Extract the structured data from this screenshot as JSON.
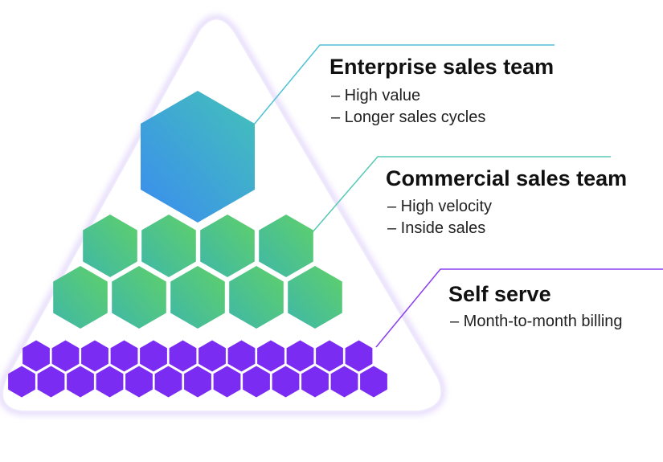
{
  "tiers": [
    {
      "title": "Enterprise sales team",
      "bullets": [
        "– High value",
        "– Longer sales cycles"
      ],
      "hex_count": 1,
      "connector_color": "#4fc1d4"
    },
    {
      "title": "Commercial sales team",
      "bullets": [
        "– High velocity",
        "– Inside sales"
      ],
      "hex_count": 9,
      "connector_color": "#55c9b4"
    },
    {
      "title": "Self serve",
      "bullets": [
        "– Month-to-month billing"
      ],
      "hex_count": 25,
      "connector_color": "#8a3df0"
    }
  ],
  "colors": {
    "enterprise_gradient": [
      "#3a8cf0",
      "#44c2b8"
    ],
    "commercial_gradient": [
      "#3fb7a8",
      "#5fd06a"
    ],
    "self_serve": "#7b2cf2",
    "pyramid_glow": "#e6dcfb"
  }
}
